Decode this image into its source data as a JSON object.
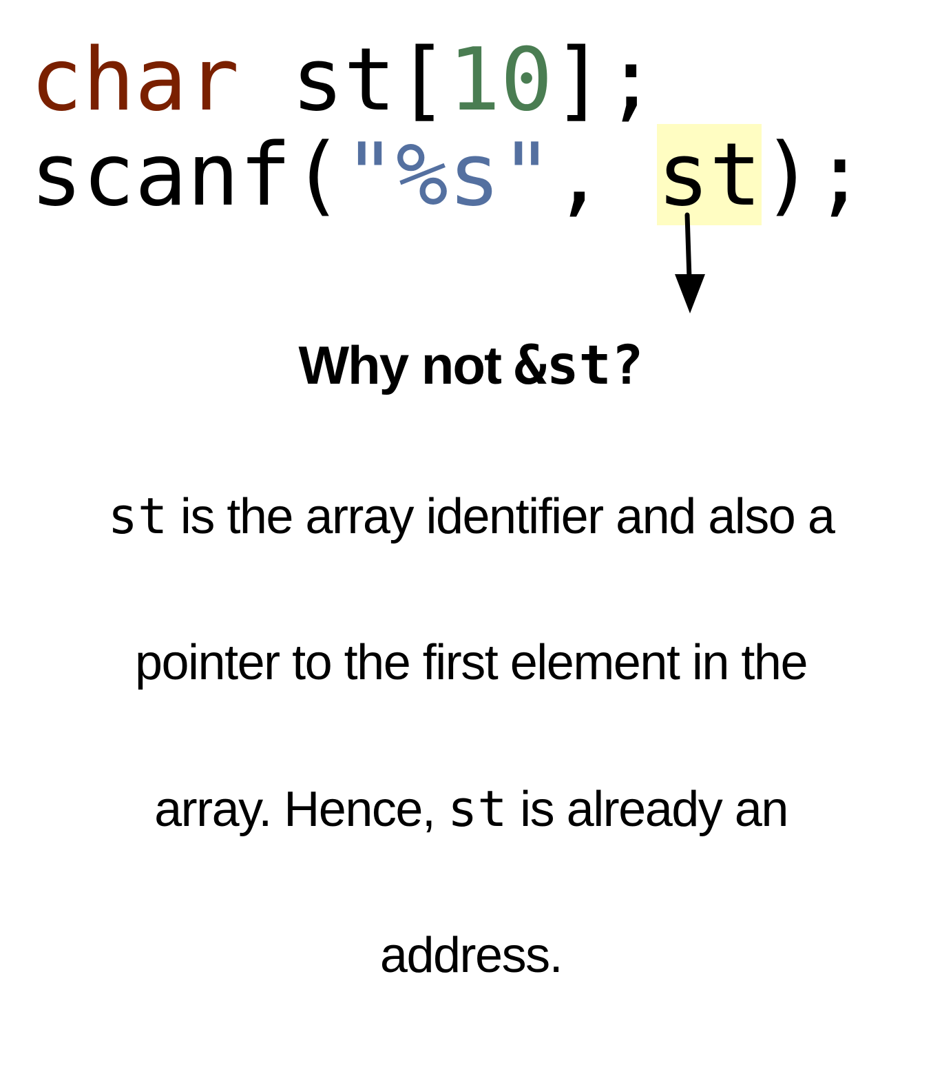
{
  "code": {
    "line1": {
      "keyword": "char",
      "space": " ",
      "identifier": "st[",
      "number": "10",
      "tail": "];"
    },
    "line2": {
      "func": "scanf(",
      "string": "\"%s\"",
      "comma": ", ",
      "highlighted_arg": "st",
      "tail": ");"
    }
  },
  "caption": {
    "question_prefix": "Why not ",
    "question_code": "&st?",
    "body": {
      "line1_code": "st",
      "line1_text": "  is the array identifier and also a",
      "line2_text": "pointer to the first element in the",
      "line3_text_a": "array. Hence, ",
      "line3_code": "st",
      "line3_text_b": " is already an",
      "line4_text": "address."
    }
  },
  "colors": {
    "keyword": "#7a2000",
    "number": "#4a7d52",
    "string": "#5470a0",
    "highlight": "#fffdc2",
    "text": "#000000"
  },
  "icons": {
    "arrow": "arrow-down-icon"
  }
}
